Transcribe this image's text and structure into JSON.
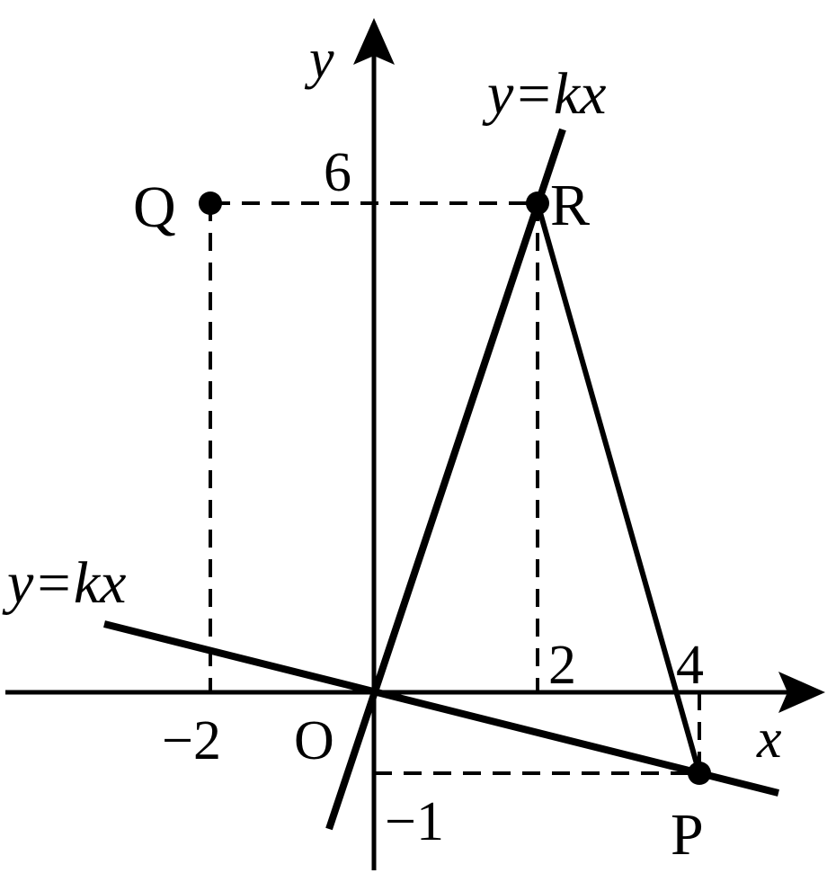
{
  "axes": {
    "x_label": "x",
    "y_label": "y",
    "origin_label": "O"
  },
  "ticks": {
    "x_neg2": "−2",
    "x_2": "2",
    "x_4": "4",
    "y_6": "6",
    "y_neg1": "−1"
  },
  "lines": {
    "steep_label": "y=kx",
    "shallow_label": "y=kx"
  },
  "points": {
    "P": {
      "label": "P",
      "x": 4,
      "y": -1
    },
    "Q": {
      "label": "Q",
      "x": -2,
      "y": 6
    },
    "R": {
      "label": "R",
      "x": 2,
      "y": 6
    }
  },
  "colors": {
    "ink": "#000000",
    "background": "#ffffff"
  }
}
